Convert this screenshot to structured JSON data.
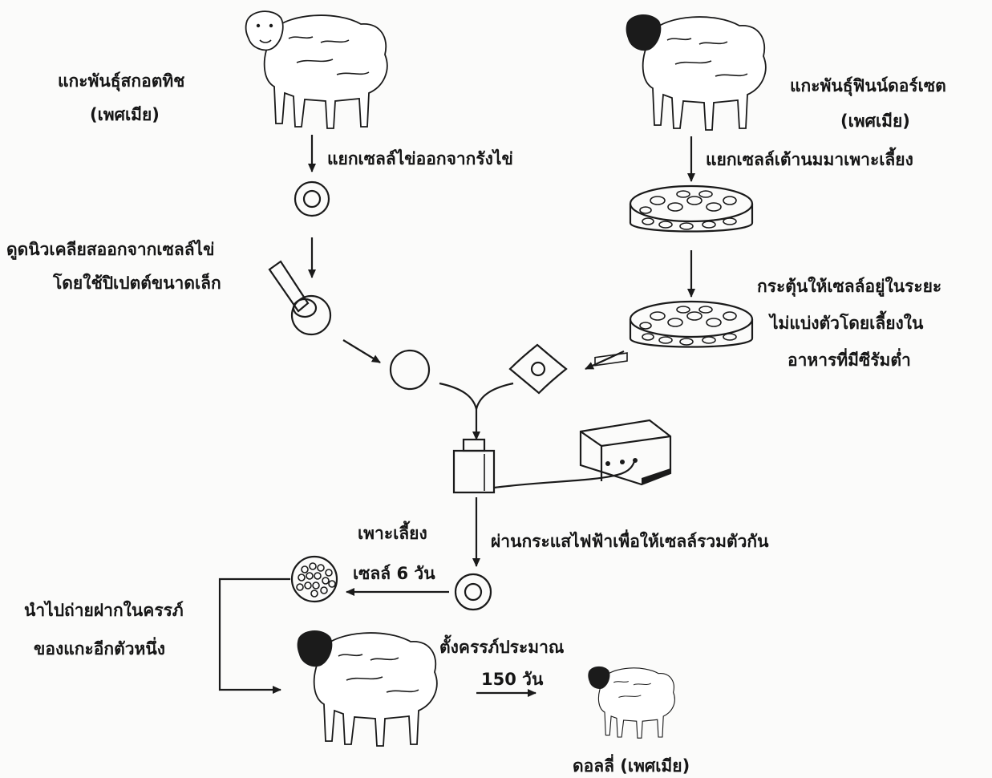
{
  "labels": {
    "scottish_sheep": "แกะพันธุ์สกอตทิช",
    "scottish_sheep_sex": "(เพศเมีย)",
    "finn_sheep": "แกะพันธุ์ฟินน์ดอร์เซต",
    "finn_sheep_sex": "(เพศเมีย)",
    "egg_extract": "แยกเซลล์ไข่ออกจากรังไข่",
    "udder_extract": "แยกเซลล์เต้านมมาเพาะเลี้ยง",
    "nucleus_remove_1": "ดูดนิวเคลียสออกจากเซลล์ไข่",
    "nucleus_remove_2": "โดยใช้ปิเปตต์ขนาดเล็ก",
    "stimulate_1": "กระตุ้นให้เซลล์อยู่ในระยะ",
    "stimulate_2": "ไม่แบ่งตัวโดยเลี้ยงใน",
    "stimulate_3": "อาหารที่มีซีรัมต่ำ",
    "electric_fuse": "ผ่านกระแสไฟฟ้าเพื่อให้เซลล์รวมตัวกัน",
    "culture_1": "เพาะเลี้ยง",
    "culture_2": "เซลล์ 6 วัน",
    "transfer_1": "นำไปถ่ายฝากในครรภ์",
    "transfer_2": "ของแกะอีกตัวหนึ่ง",
    "pregnant_1": "ตั้งครรภ์ประมาณ",
    "pregnant_2": "150 วัน",
    "dolly": "ดอลลี่ (เพศเมีย)"
  },
  "icons": [
    "sheep-icon",
    "egg-cell-icon",
    "petri-dish-icon",
    "pipette-icon",
    "electroporator-icon",
    "flask-icon",
    "embryo-icon"
  ]
}
